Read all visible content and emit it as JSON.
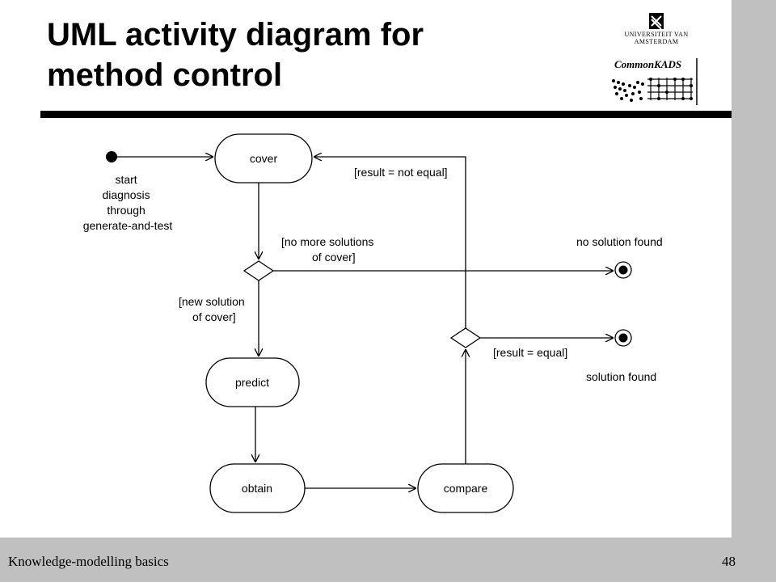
{
  "slide": {
    "title_line1": "UML activity diagram for",
    "title_line2": "method control",
    "footer_left": "Knowledge-modelling basics",
    "page_number": "48"
  },
  "logos": {
    "university": "UNIVERSITEIT VAN AMSTERDAM",
    "commonkads": "CommonKADS"
  },
  "diagram": {
    "start_note": [
      "start",
      "diagnosis",
      "through",
      "generate-and-test"
    ],
    "activities": {
      "cover": "cover",
      "predict": "predict",
      "obtain": "obtain",
      "compare": "compare"
    },
    "guards": {
      "no_more_solutions": [
        "[no more solutions",
        "of cover]"
      ],
      "new_solution": [
        "[new solution",
        "of cover]"
      ],
      "result_not_equal": "[result = not equal]",
      "result_equal": "[result = equal]"
    },
    "end_labels": {
      "no_solution": "no solution found",
      "solution": "solution found"
    }
  },
  "colors": {
    "band": "#c0c0c0",
    "ink": "#000000"
  }
}
